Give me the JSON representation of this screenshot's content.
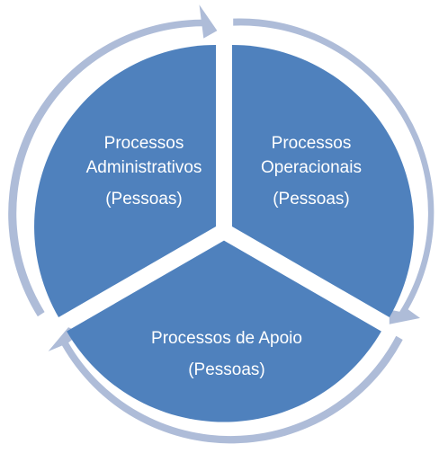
{
  "diagram": {
    "colors": {
      "segment_fill": "#4f81bd",
      "arrow_ring": "#aebcd8",
      "text": "#ffffff",
      "background": "#ffffff"
    },
    "segments": [
      {
        "name": "administrativos",
        "title_line1": "Processos",
        "title_line2": "Administrativos",
        "subtitle": "(Pessoas)"
      },
      {
        "name": "operacionais",
        "title_line1": "Processos",
        "title_line2": "Operacionais",
        "subtitle": "(Pessoas)"
      },
      {
        "name": "apoio",
        "title_line1": "Processos de Apoio",
        "subtitle": "(Pessoas)"
      }
    ]
  }
}
